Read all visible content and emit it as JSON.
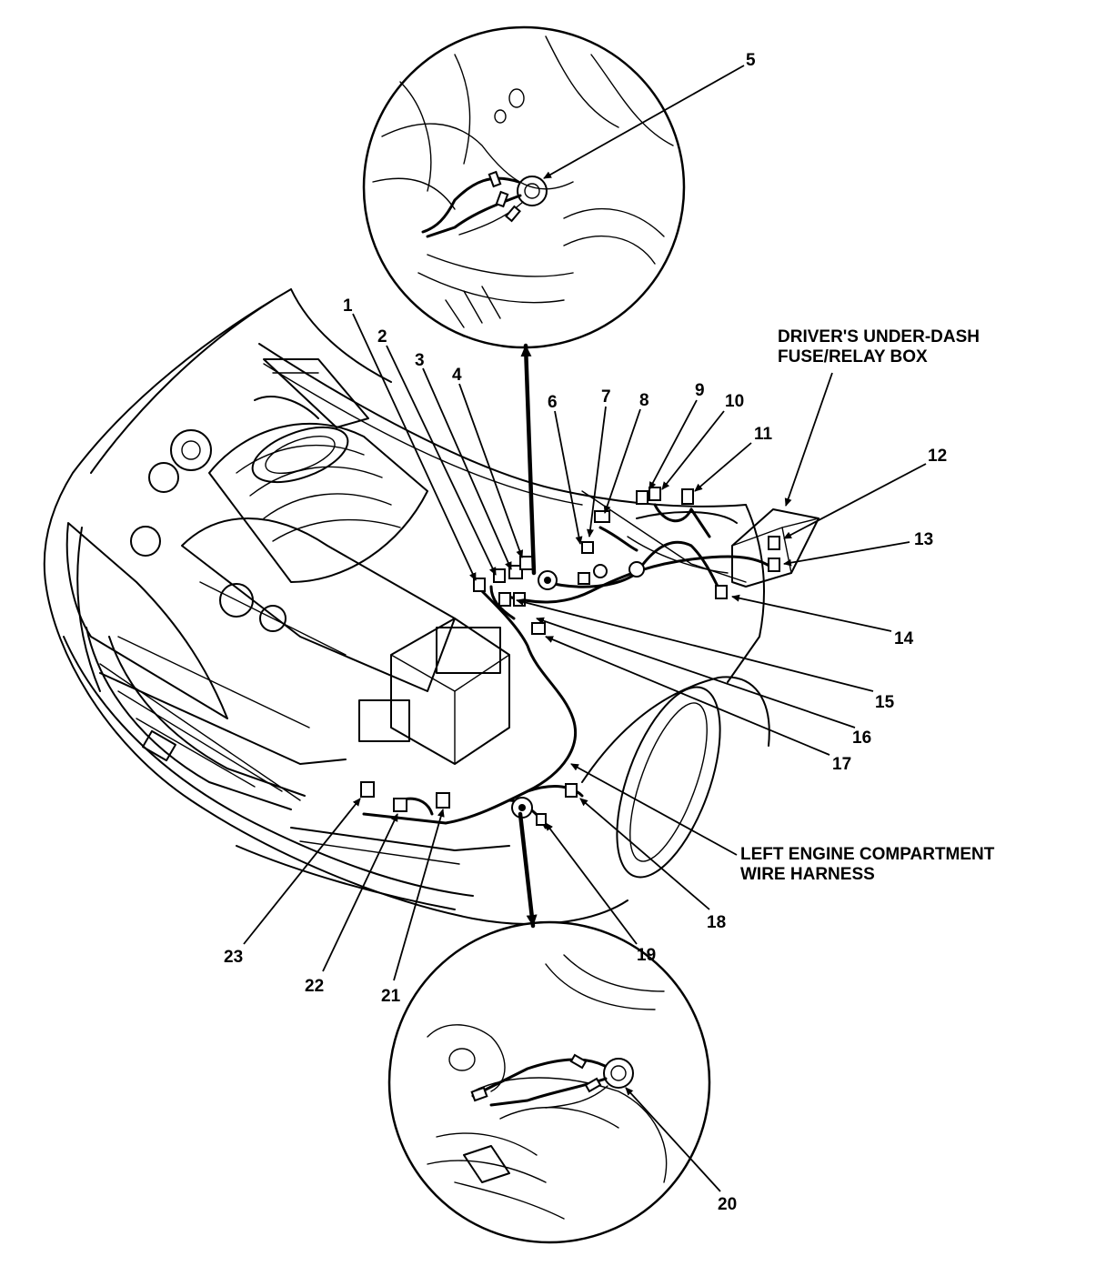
{
  "callouts": [
    {
      "id": "1",
      "label": "1"
    },
    {
      "id": "2",
      "label": "2"
    },
    {
      "id": "3",
      "label": "3"
    },
    {
      "id": "4",
      "label": "4"
    },
    {
      "id": "5",
      "label": "5"
    },
    {
      "id": "6",
      "label": "6"
    },
    {
      "id": "7",
      "label": "7"
    },
    {
      "id": "8",
      "label": "8"
    },
    {
      "id": "9",
      "label": "9"
    },
    {
      "id": "10",
      "label": "10"
    },
    {
      "id": "11",
      "label": "11"
    },
    {
      "id": "12",
      "label": "12"
    },
    {
      "id": "13",
      "label": "13"
    },
    {
      "id": "14",
      "label": "14"
    },
    {
      "id": "15",
      "label": "15"
    },
    {
      "id": "16",
      "label": "16"
    },
    {
      "id": "17",
      "label": "17"
    },
    {
      "id": "18",
      "label": "18"
    },
    {
      "id": "19",
      "label": "19"
    },
    {
      "id": "20",
      "label": "20"
    },
    {
      "id": "21",
      "label": "21"
    },
    {
      "id": "22",
      "label": "22"
    },
    {
      "id": "23",
      "label": "23"
    }
  ],
  "captions": {
    "fuse_box_line1": "DRIVER'S UNDER-DASH",
    "fuse_box_line2": "FUSE/RELAY BOX",
    "harness_line1": "LEFT ENGINE COMPARTMENT",
    "harness_line2": "WIRE HARNESS"
  }
}
